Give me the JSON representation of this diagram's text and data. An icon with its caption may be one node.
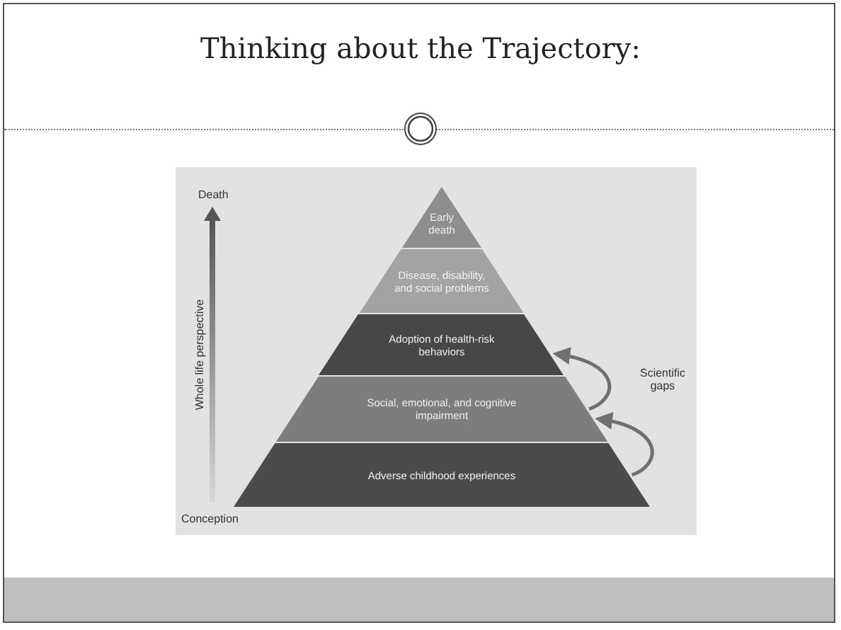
{
  "diagram": {
    "title": "Thinking about the Trajectory:",
    "nodes": [
      {
        "text": [
          "Early death"
        ]
      },
      {
        "text": [
          "Disease, disability, and social problems"
        ]
      },
      {
        "text": [
          "Adoption of health-risk behaviors"
        ]
      },
      {
        "text": [
          "Social, emotional, and cognitive impairment"
        ]
      },
      {
        "text": [
          "Adverse childhood experiences"
        ]
      }
    ],
    "edges": [
      {
        "from": 4,
        "to": 3,
        "arrow": "to"
      },
      {
        "from": 3,
        "to": 2,
        "arrow": "to"
      }
    ],
    "labels": [
      "Death",
      "Whole life perspective",
      "Conception",
      "Scientific gaps"
    ]
  }
}
